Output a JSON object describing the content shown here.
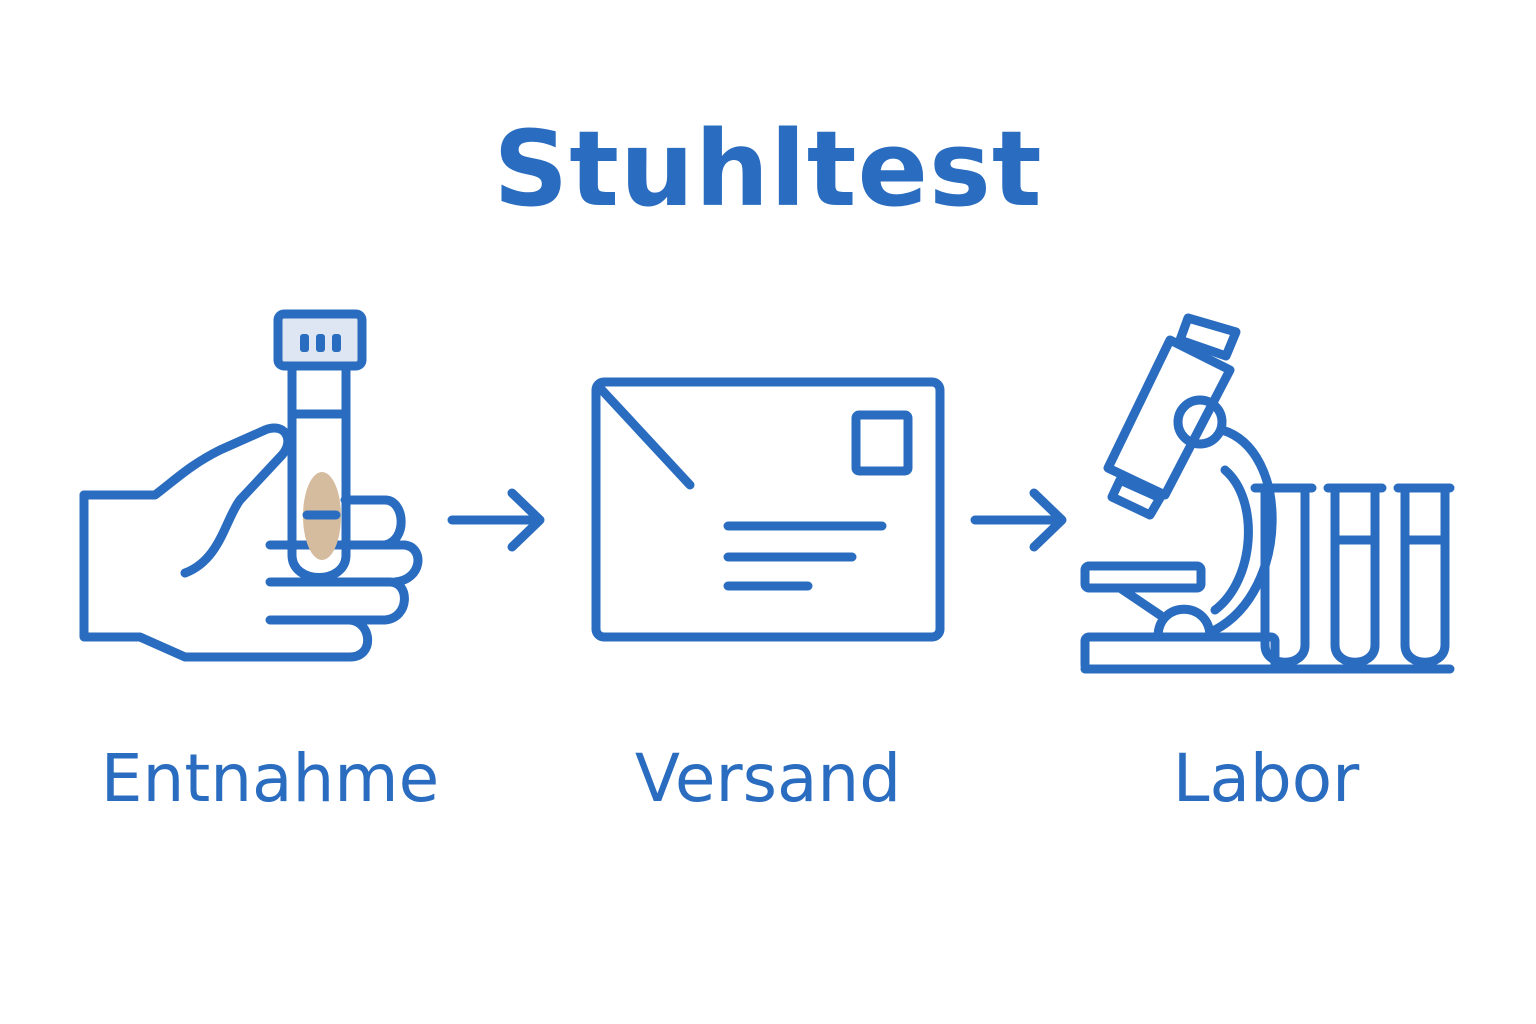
{
  "title": "Stuhltest",
  "steps": [
    {
      "label": "Entnahme",
      "icon": "hand-holding-tube-icon"
    },
    {
      "label": "Versand",
      "icon": "envelope-icon"
    },
    {
      "label": "Labor",
      "icon": "microscope-icon"
    }
  ],
  "colors": {
    "primary": "#2a6cbf",
    "sample": "#d6bc9f",
    "cap_fill": "#dde6f2"
  }
}
